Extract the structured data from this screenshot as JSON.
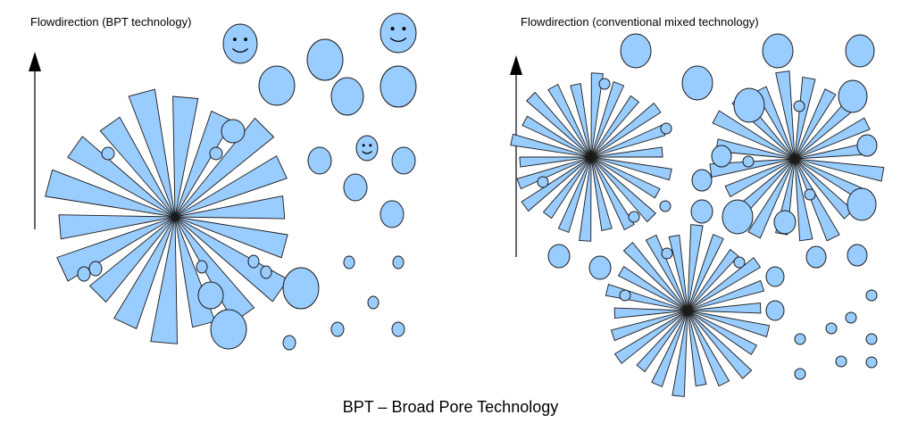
{
  "left_panel": {
    "title": "Flowdirection (BPT technology)"
  },
  "right_panel": {
    "title": "Flowdirection (conventional mixed technology)"
  },
  "caption": "BPT – Broad Pore Technology",
  "colors": {
    "particle_fill": "#99ccff",
    "outline": "#1a1a1a",
    "arrow": "#000000"
  }
}
